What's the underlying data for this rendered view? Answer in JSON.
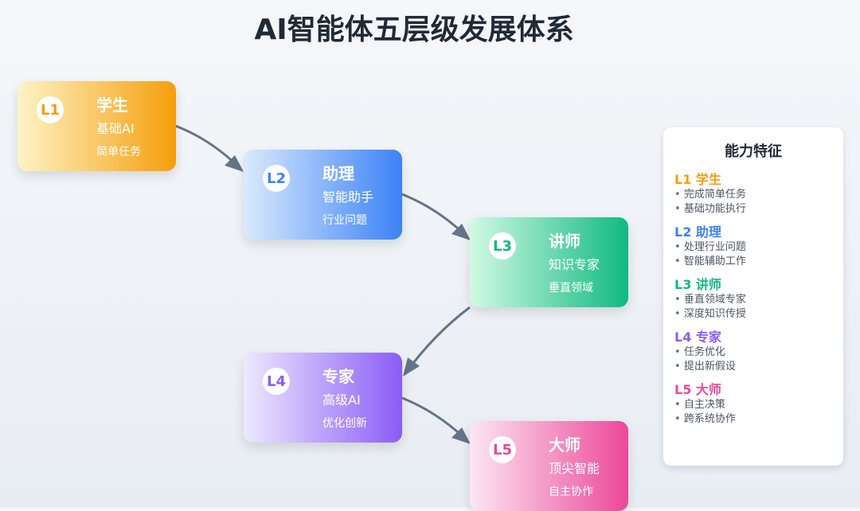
{
  "title": "AI智能体五层级发展体系",
  "levels": [
    {
      "badge": "L1",
      "name": "学生",
      "sub1": "基础AI",
      "sub2": "简单任务",
      "color": "#f59e0b",
      "light": "#fef3c7"
    },
    {
      "badge": "L2",
      "name": "助理",
      "sub1": "智能助手",
      "sub2": "行业问题",
      "color": "#3b82f6",
      "light": "#dbeafe"
    },
    {
      "badge": "L3",
      "name": "讲师",
      "sub1": "知识专家",
      "sub2": "垂直领域",
      "color": "#10b981",
      "light": "#d1fae5"
    },
    {
      "badge": "L4",
      "name": "专家",
      "sub1": "高级AI",
      "sub2": "优化创新",
      "color": "#8b5cf6",
      "light": "#ede9fe"
    },
    {
      "badge": "L5",
      "name": "大师",
      "sub1": "顶尖智能",
      "sub2": "自主协作",
      "color": "#ec4899",
      "light": "#fce7f3"
    }
  ],
  "panel": {
    "title": "能力特征",
    "groups": [
      {
        "heading": "L1 学生",
        "items": [
          "完成简单任务",
          "基础功能执行"
        ]
      },
      {
        "heading": "L2 助理",
        "items": [
          "处理行业问题",
          "智能辅助工作"
        ]
      },
      {
        "heading": "L3 讲师",
        "items": [
          "垂直领域专家",
          "深度知识传授"
        ]
      },
      {
        "heading": "L4 专家",
        "items": [
          "任务优化",
          "提出新假设"
        ]
      },
      {
        "heading": "L5 大师",
        "items": [
          "自主决策",
          "跨系统协作"
        ]
      }
    ]
  }
}
